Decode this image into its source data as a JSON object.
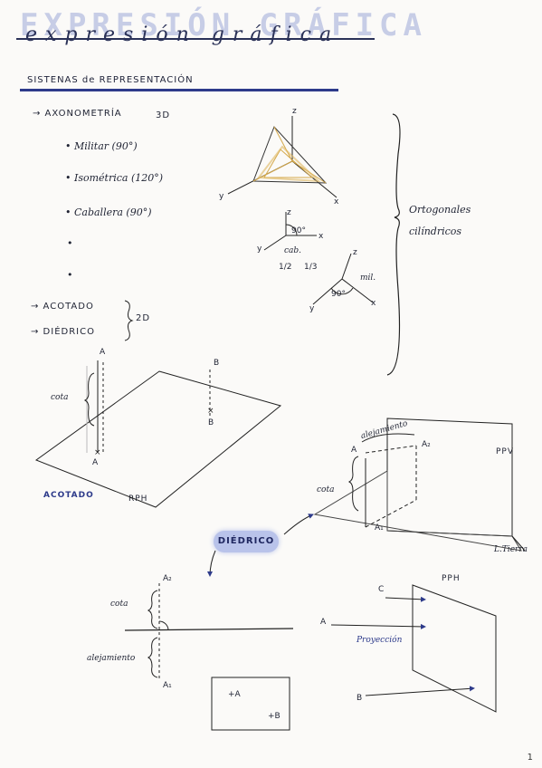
{
  "title": {
    "watermark": "EXPRESIÓN GRÁFICA",
    "handwritten": "expresión gráfica"
  },
  "section_heading": "SISTENAS de REPRESENTACIÓN",
  "list": {
    "axonometria": "→ AXONOMETRÍA",
    "dim3d": "3D",
    "militar": "• Militar (90°)",
    "isometrica": "• Isométrica (120°)",
    "caballera": "• Caballera (90°)",
    "bullet4": "•",
    "bullet5": "•",
    "acotado": "→ ACOTADO",
    "diedrico": "→ DIÉDRICO",
    "dim2d": "2D"
  },
  "bracket_note": {
    "line1": "Ortogonales",
    "line2": "cilíndricos"
  },
  "axes": {
    "z": "z",
    "x": "x",
    "y": "y",
    "cab_label": "cab.",
    "cab_ratio1": "1/2",
    "cab_ratio2": "1/3",
    "mil_label": "mil.",
    "angle90": "90°"
  },
  "acotado_fig": {
    "label": "ACOTADO",
    "plane": "RPH",
    "cota": "cota",
    "pointA": "A",
    "pointB": "B"
  },
  "diedrico_3d": {
    "alejamiento": "alejamiento",
    "cota": "cota",
    "ppv": "PPV",
    "pph": "PPH",
    "ltierra": "L.Tierra",
    "a": "A",
    "a2": "A₂",
    "a1": "A₁"
  },
  "bubble": "DIÉDRICO",
  "diedrico_2d": {
    "cota": "cota",
    "alejamiento": "alejamiento",
    "a2": "A₂",
    "a1": "A₁",
    "boxA": "+A",
    "boxB": "+B"
  },
  "projection": {
    "label": "Proyección",
    "a": "A",
    "b": "B",
    "c": "C"
  },
  "page_number": "1"
}
